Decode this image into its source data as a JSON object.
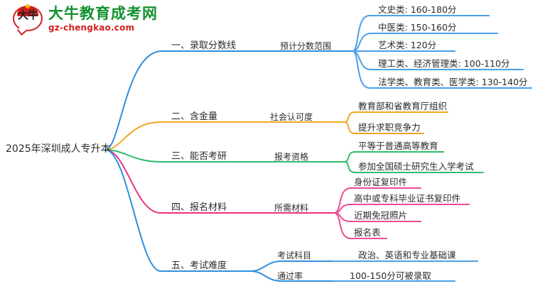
{
  "logo": {
    "badge_text": "大牛",
    "title": "大牛教育成考网",
    "subtitle": "gz-chengkao.com",
    "title_color": "#12912f",
    "subtitle_color": "#d11f1f",
    "badge_color": "#d11f1f"
  },
  "mindmap": {
    "root": "2025年深圳成人专升本",
    "branch_colors": {
      "branch1": "#2e8fe0",
      "branch2": "#f0a81e",
      "branch3": "#2ebd6b",
      "branch4": "#e8337f",
      "branch5": "#2e8fe0"
    },
    "branches": [
      {
        "id": "branch1",
        "label": "一、录取分数线",
        "color": "#2e8fe0",
        "subs": [
          {
            "label": "预计分数范围",
            "leaves": [
              "文史类: 160-180分",
              "中医类: 150-160分",
              "艺术类: 120分",
              "理工类、经济管理类: 100-110分",
              "法学类、教育类、医学类: 130-140分"
            ]
          }
        ]
      },
      {
        "id": "branch2",
        "label": "二、含金量",
        "color": "#f0a81e",
        "subs": [
          {
            "label": "社会认可度",
            "leaves": [
              "教育部和省教育厅组织",
              "提升求职竞争力"
            ]
          }
        ]
      },
      {
        "id": "branch3",
        "label": "三、能否考研",
        "color": "#2ebd6b",
        "subs": [
          {
            "label": "报考资格",
            "leaves": [
              "平等于普通高等教育",
              "参加全国硕士研究生入学考试"
            ]
          }
        ]
      },
      {
        "id": "branch4",
        "label": "四、报名材料",
        "color": "#e8337f",
        "subs": [
          {
            "label": "所需材料",
            "leaves": [
              "身份证复印件",
              "高中或专科毕业证书复印件",
              "近期免冠照片",
              "报名表"
            ]
          }
        ]
      },
      {
        "id": "branch5",
        "label": "五、考试难度",
        "color": "#2e8fe0",
        "subs": [
          {
            "label": "考试科目",
            "leaves": [
              "政治、英语和专业基础课"
            ]
          },
          {
            "label": "通过率",
            "leaves": [
              "100-150分可被录取"
            ]
          }
        ]
      }
    ]
  }
}
